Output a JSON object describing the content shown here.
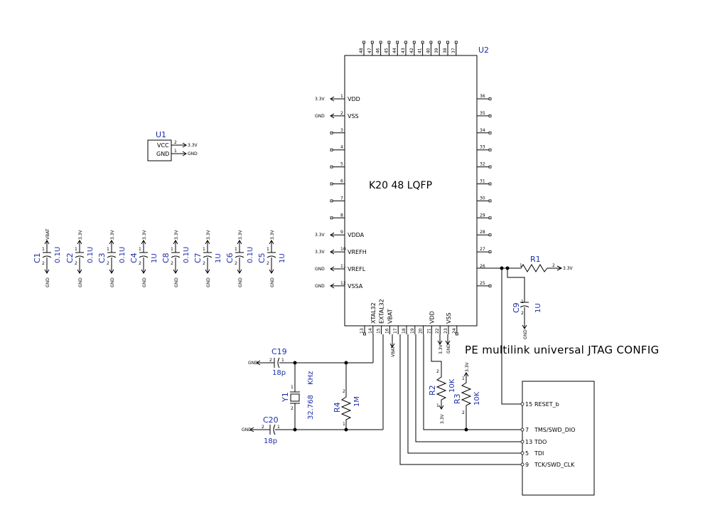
{
  "u1": {
    "ref": "U1",
    "vcc": "VCC",
    "gnd": "GND",
    "pin_vcc": "2",
    "pin_gnd": "1",
    "net_vcc": "3.3V",
    "net_gnd": "GND"
  },
  "u2": {
    "ref": "U2",
    "label": "K20 48 LQFP",
    "left": [
      {
        "num": "1",
        "name": "VDD",
        "net": "3.3V"
      },
      {
        "num": "2",
        "name": "VSS",
        "net": "GND"
      },
      {
        "num": "3",
        "name": "",
        "net": ""
      },
      {
        "num": "4",
        "name": "",
        "net": ""
      },
      {
        "num": "5",
        "name": "",
        "net": ""
      },
      {
        "num": "6",
        "name": "",
        "net": ""
      },
      {
        "num": "7",
        "name": "",
        "net": ""
      },
      {
        "num": "8",
        "name": "",
        "net": ""
      },
      {
        "num": "9",
        "name": "VDDA",
        "net": "3.3V"
      },
      {
        "num": "10",
        "name": "VREFH",
        "net": "3.3V"
      },
      {
        "num": "11",
        "name": "VREFL",
        "net": "GND"
      },
      {
        "num": "12",
        "name": "VSSA",
        "net": "GND"
      }
    ],
    "right": [
      "36",
      "35",
      "34",
      "33",
      "32",
      "31",
      "30",
      "29",
      "28",
      "27",
      "26",
      "25"
    ],
    "top": [
      "48",
      "47",
      "46",
      "45",
      "44",
      "43",
      "42",
      "41",
      "40",
      "39",
      "38",
      "37"
    ],
    "bottom": [
      {
        "num": "13",
        "name": ""
      },
      {
        "num": "14",
        "name": "XTAL32"
      },
      {
        "num": "15",
        "name": "EXTAL32"
      },
      {
        "num": "16",
        "name": "VBAT"
      },
      {
        "num": "17",
        "name": ""
      },
      {
        "num": "18",
        "name": ""
      },
      {
        "num": "19",
        "name": ""
      },
      {
        "num": "20",
        "name": ""
      },
      {
        "num": "21",
        "name": "VDD"
      },
      {
        "num": "22",
        "name": ""
      },
      {
        "num": "23",
        "name": "VSS"
      },
      {
        "num": "24",
        "name": ""
      }
    ],
    "net_pin16": "VBAT",
    "net_pin22": "3.3V",
    "net_pin23": "GND"
  },
  "decoupling": [
    {
      "ref": "C1",
      "value": "0.1U",
      "top": "VBAT"
    },
    {
      "ref": "C2",
      "value": "0.1U",
      "top": "3.3V"
    },
    {
      "ref": "C3",
      "value": "0.1U",
      "top": "3.3V"
    },
    {
      "ref": "C4",
      "value": "1U",
      "top": "3.3V"
    },
    {
      "ref": "C8",
      "value": "0.1U",
      "top": "3.3V"
    },
    {
      "ref": "C7",
      "value": "1U",
      "top": "3.3V"
    },
    {
      "ref": "C6",
      "value": "0.1U",
      "top": "3.3V"
    },
    {
      "ref": "C5",
      "value": "1U",
      "top": "3.3V"
    }
  ],
  "decoupling_gnd": "GND",
  "pin1": "1",
  "pin2": "2",
  "r1": {
    "ref": "R1",
    "net": "3.3V"
  },
  "c9": {
    "ref": "C9",
    "value": "1U",
    "net": "GND"
  },
  "r2": {
    "ref": "R2",
    "value": "10K",
    "net": "3.3V"
  },
  "r3": {
    "ref": "R3",
    "value": "10K",
    "net": "3.3V"
  },
  "r4": {
    "ref": "R4",
    "value": "1M"
  },
  "y1": {
    "ref": "Y1",
    "value": "32.768",
    "unit": "KHz"
  },
  "c19": {
    "ref": "C19",
    "value": "18p",
    "net": "GND"
  },
  "c20": {
    "ref": "C20",
    "value": "18p",
    "net": "GND"
  },
  "jtag": {
    "title": "PE multilink universal JTAG CONFIG",
    "pins": [
      {
        "num": "15",
        "name": "RESET_b"
      },
      {
        "num": "7",
        "name": "TMS/SWD_DIO"
      },
      {
        "num": "13",
        "name": "TDO"
      },
      {
        "num": "5",
        "name": "TDI"
      },
      {
        "num": "9",
        "name": "TCK/SWD_CLK"
      }
    ]
  }
}
